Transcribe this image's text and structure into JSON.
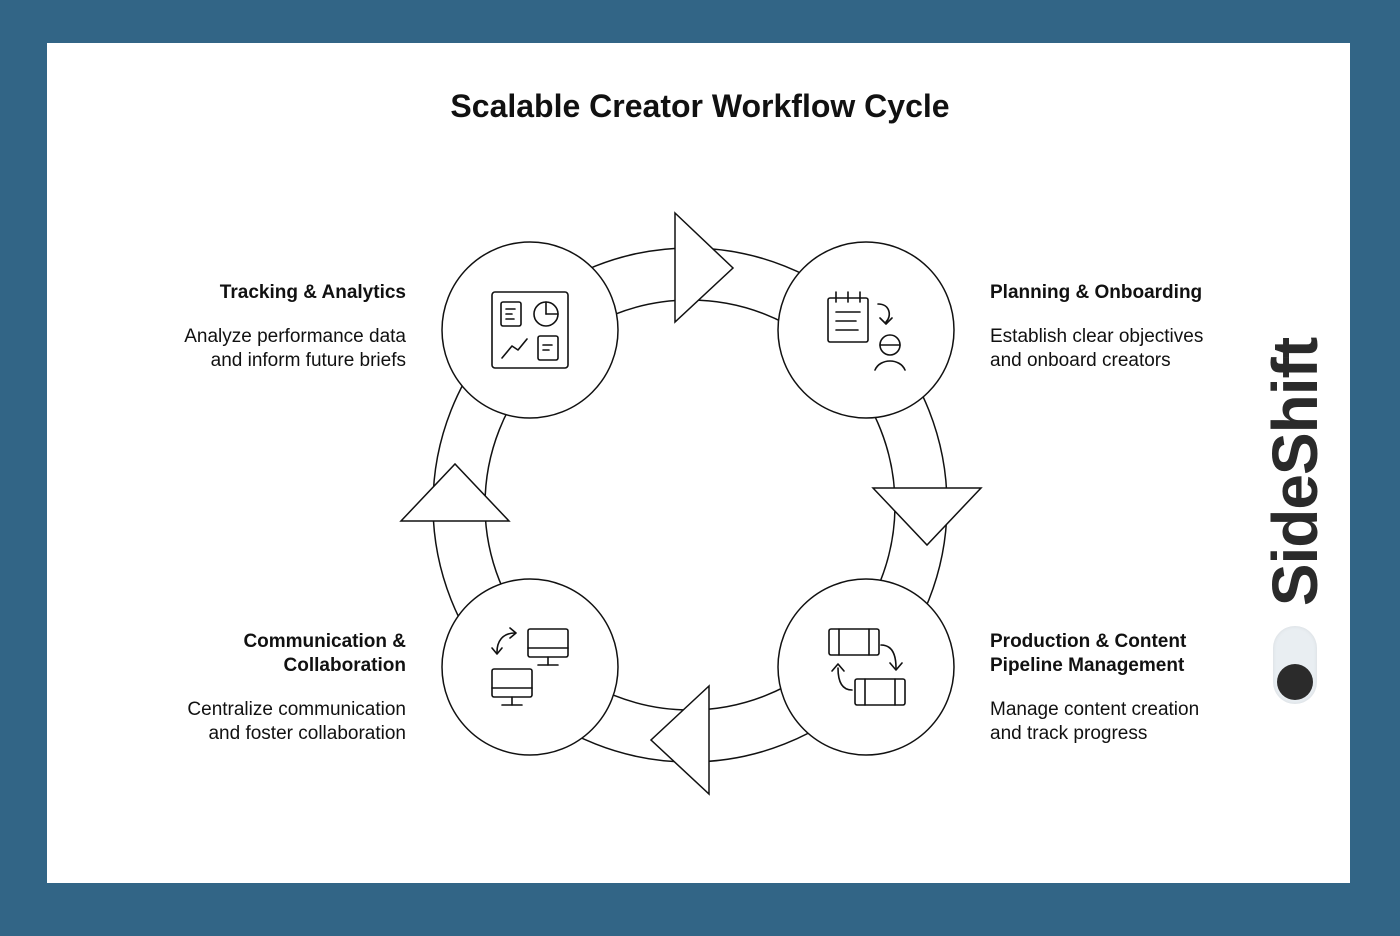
{
  "title": "Scalable Creator Workflow Cycle",
  "steps": [
    {
      "id": "tracking",
      "label": "Tracking & Analytics",
      "description": "Analyze performance data\nand inform future briefs",
      "icon": "dashboard-icon"
    },
    {
      "id": "planning",
      "label": "Planning & Onboarding",
      "description": "Establish clear objectives\nand onboard creators",
      "icon": "planning-onboarding-icon"
    },
    {
      "id": "production",
      "label": "Production & Content\nPipeline Management",
      "description": "Manage content creation\nand track progress",
      "icon": "pipeline-icon"
    },
    {
      "id": "communication",
      "label": "Communication &\nCollaboration",
      "description": "Centralize communication\nand foster collaboration",
      "icon": "monitors-sync-icon"
    }
  ],
  "brand": {
    "name": "SideShift",
    "icon": "toggle-switch-icon"
  },
  "colors": {
    "frame": "#326586",
    "background": "#ffffff",
    "ink": "#111111"
  }
}
